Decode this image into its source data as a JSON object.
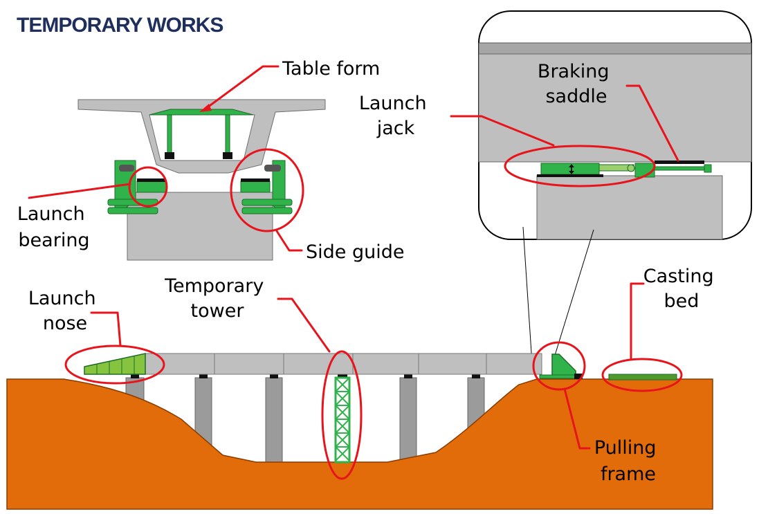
{
  "title": "TEMPORARY WORKS",
  "labels": {
    "table_form": "Table form",
    "launch_jack": [
      "Launch",
      "jack"
    ],
    "braking_saddle": [
      "Braking",
      "saddle"
    ],
    "launch_bearing": [
      "Launch",
      "bearing"
    ],
    "side_guide": "Side guide",
    "temporary_tower": [
      "Temporary",
      "tower"
    ],
    "launch_nose": [
      "Launch",
      "nose"
    ],
    "casting_bed": [
      "Casting",
      "bed"
    ],
    "pulling_frame": [
      "Pulling",
      "frame"
    ]
  },
  "colors": {
    "title": "#1f2f5c",
    "callout_line": "#e8141c",
    "ground": "#e36c0a",
    "concrete": "#bfbfbf",
    "pier": "#9b9b9b",
    "steel": "#2fb34a",
    "nose_fill": "#86c43f"
  }
}
